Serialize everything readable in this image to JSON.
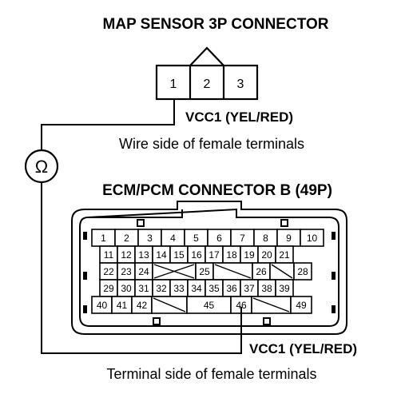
{
  "map_connector": {
    "title": "MAP SENSOR 3P CONNECTOR",
    "pins": [
      "1",
      "2",
      "3"
    ],
    "wire_label": "VCC1 (YEL/RED)",
    "view_caption": "Wire side of female terminals"
  },
  "meter": {
    "symbol": "Ω"
  },
  "ecm_connector": {
    "title": "ECM/PCM CONNECTOR B (49P)",
    "rows": [
      [
        "1",
        "2",
        "3",
        "4",
        "5",
        "6",
        "7",
        "8",
        "9",
        "10"
      ],
      [
        "11",
        "12",
        "13",
        "14",
        "15",
        "16",
        "17",
        "18",
        "19",
        "20",
        "21"
      ],
      [
        "22",
        "23",
        "24",
        "",
        "",
        "25",
        "",
        "26",
        "",
        "28"
      ],
      [
        "29",
        "30",
        "31",
        "32",
        "33",
        "34",
        "35",
        "36",
        "37",
        "38",
        "39"
      ],
      [
        "40",
        "41",
        "42",
        "",
        "",
        "45",
        "46",
        "",
        "",
        "49"
      ]
    ],
    "wire_label": "VCC1 (YEL/RED)",
    "view_caption": "Terminal side of female terminals"
  }
}
